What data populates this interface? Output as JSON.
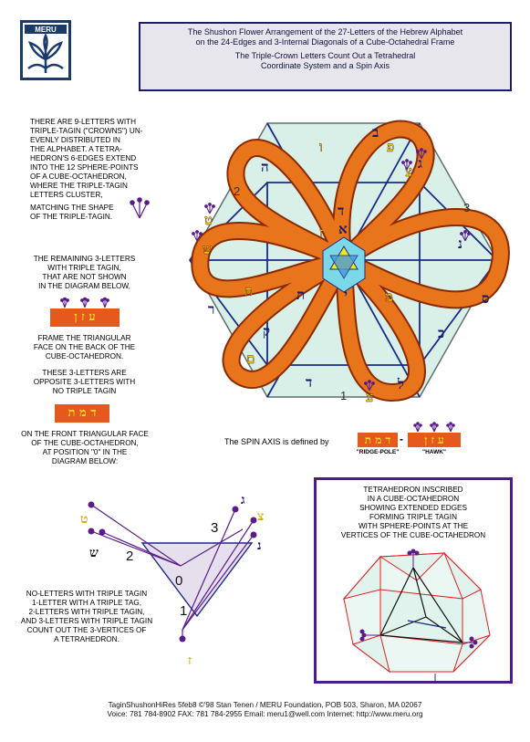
{
  "title": {
    "line1": "The Shushon Flower Arrangement of the 27-Letters of the Hebrew Alphabet",
    "line2": "on the 24-Edges and 3-Internal Diagonals of a Cube-Octahedral Frame",
    "line3": "The Triple-Crown Letters Count Out a Tetrahedral",
    "line4": "Coordinate System and a Spin Axis"
  },
  "logo": {
    "text": "MERU"
  },
  "notes": {
    "nine_letters_1": "THERE ARE 9-LETTERS WITH",
    "nine_letters_2": "TRIPLE-TAGIN (\"Crowns\") UN-",
    "nine_letters_3": "EVENLY DISTRIBUTED IN",
    "nine_letters_4": "THE ALPHABET.  A TETRA-",
    "nine_letters_5": "HEDRON'S 6-EDGES EXTEND",
    "nine_letters_6": "INTO THE 12 SPHERE-POINTS",
    "nine_letters_7": "OF A CUBE-OCTAHEDRON,",
    "nine_letters_8": "WHERE THE TRIPLE-TAGIN",
    "nine_letters_9": "LETTERS CLUSTER,",
    "nine_letters_10": "MATCHING THE SHAPE",
    "nine_letters_11": "OF THE TRIPLE-TAGIN.",
    "remaining_1": "THE REMAINING 3-LETTERS",
    "remaining_2": "WITH TRIPLE TAGIN,",
    "remaining_3": "THAT ARE NOT SHOWN",
    "remaining_4": "IN THE DIAGRAM BELOW,",
    "frame_1": "FRAME THE TRIANGULAR",
    "frame_2": "FACE ON THE BACK OF THE",
    "frame_3": "CUBE-OCTAHEDRON.",
    "opposite_1": "THESE 3-LETTERS ARE",
    "opposite_2": "OPPOSITE 3-LETTERS WITH",
    "opposite_3": "NO TRIPLE TAGIN",
    "front_1": "ON THE FRONT TRIANGULAR FACE",
    "front_2": "OF THE CUBE-OCTAHEDRON,",
    "front_3": "AT POSITION \"0\" IN THE",
    "front_4": "DIAGRAM BELOW:",
    "count_1": "NO-LETTERS WITH TRIPLE TAGIN",
    "count_2": "1-LETTER WITH A TRIPLE TAG,",
    "count_3": "2-LETTERS WITH TRIPLE TAGIN,",
    "count_4": "AND 3-LETTERS WITH TRIPLE TAGIN",
    "count_5": "COUNT OUT THE 3-VERTICES OF",
    "count_6": "A TETRAHEDRON.",
    "tetra_1": "TETRAHEDRON INSCRIBED",
    "tetra_2": "IN A CUBE-OCTAHEDRON",
    "tetra_3": "SHOWING EXTENDED EDGES",
    "tetra_4": "FORMING TRIPLE TAGIN",
    "tetra_5": "WITH SPHERE-POINTS AT THE",
    "tetra_6": "VERTICES OF THE CUBE-OCTAHEDRON"
  },
  "chips": {
    "tagin_letters": "ע ז ן",
    "no_tagin_letters": "ד מ ת"
  },
  "spin": {
    "prefix": "The SPIN AXIS is defined by",
    "ridge_letters": "ד מ ת",
    "ridge_label": "\"RIDGE-POLE\"",
    "dash": "-",
    "hawk_letters": "ע ז ן",
    "hawk_label": "\"HAWK\""
  },
  "flower": {
    "numbers": {
      "n1": "1",
      "n2": "2",
      "n3": "3"
    },
    "letters": {
      "bet": "ב",
      "pe": "פ",
      "tsade": "צ",
      "gimel": "ג",
      "nun": "נ",
      "samekh": "ס",
      "mem": "מ",
      "kaf": "כ",
      "lamed": "ל",
      "ayin": "ע",
      "vav": "ו",
      "tav": "ת",
      "dalet": "ד",
      "zayin": "ז",
      "aleph": "א",
      "yod": "י",
      "het": "ח",
      "shin": "ש",
      "tet": "ט",
      "he": "ה",
      "resh": "ר",
      "qof": "ק",
      "final_mem": "ם",
      "dalet2": "ד"
    }
  },
  "tri": {
    "n0": "0",
    "n1": "1",
    "n2": "2",
    "n3": "3",
    "l_tet": "ט",
    "l_shin": "ש",
    "l_gimel": "ג",
    "l_tsade": "צ",
    "l_nun": "נ",
    "l_zayin": "ז"
  },
  "footer": {
    "line1": "TaginShushonHiRes  5feb8  ©'98 Stan Tenen / MERU Foundation,  POB 503,  Sharon,  MA 02067",
    "line2": "Voice: 781 784-8902    FAX: 781 784-2955   Email: meru1@well.com    Internet: http://www.meru.org"
  },
  "colors": {
    "ribbon": "#e8741c",
    "ribbon_edge": "#8a2a00",
    "letter_yellow": "#f2d81a",
    "hex_fill": "#d8f0e8",
    "frame_blue": "#1a2a8a",
    "purple": "#5a1a8a",
    "title_border": "#1c1c6a"
  }
}
